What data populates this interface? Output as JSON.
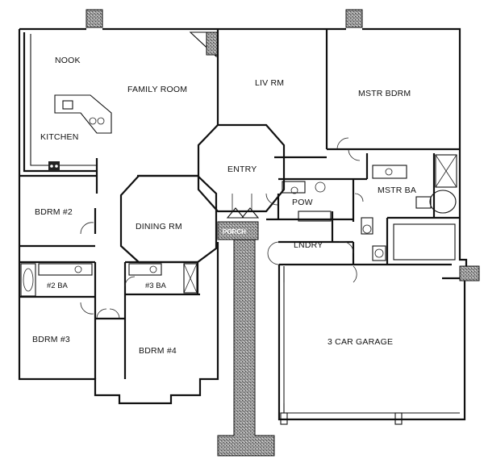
{
  "rooms": {
    "nook": "NOOK",
    "family_room": "FAMILY ROOM",
    "liv_rm": "LIV RM",
    "mstr_bdrm": "MSTR BDRM",
    "kitchen": "KITCHEN",
    "entry": "ENTRY",
    "bdrm2": "BDRM #2",
    "dining_rm": "DINING RM",
    "pow": "POW",
    "mstr_ba": "MSTR BA",
    "porch": "PORCH",
    "lndry": "LNDRY",
    "ba2": "#2 BA",
    "ba3": "#3 BA",
    "bdrm3": "BDRM #3",
    "bdrm4": "BDRM #4",
    "garage": "3 CAR GARAGE"
  }
}
